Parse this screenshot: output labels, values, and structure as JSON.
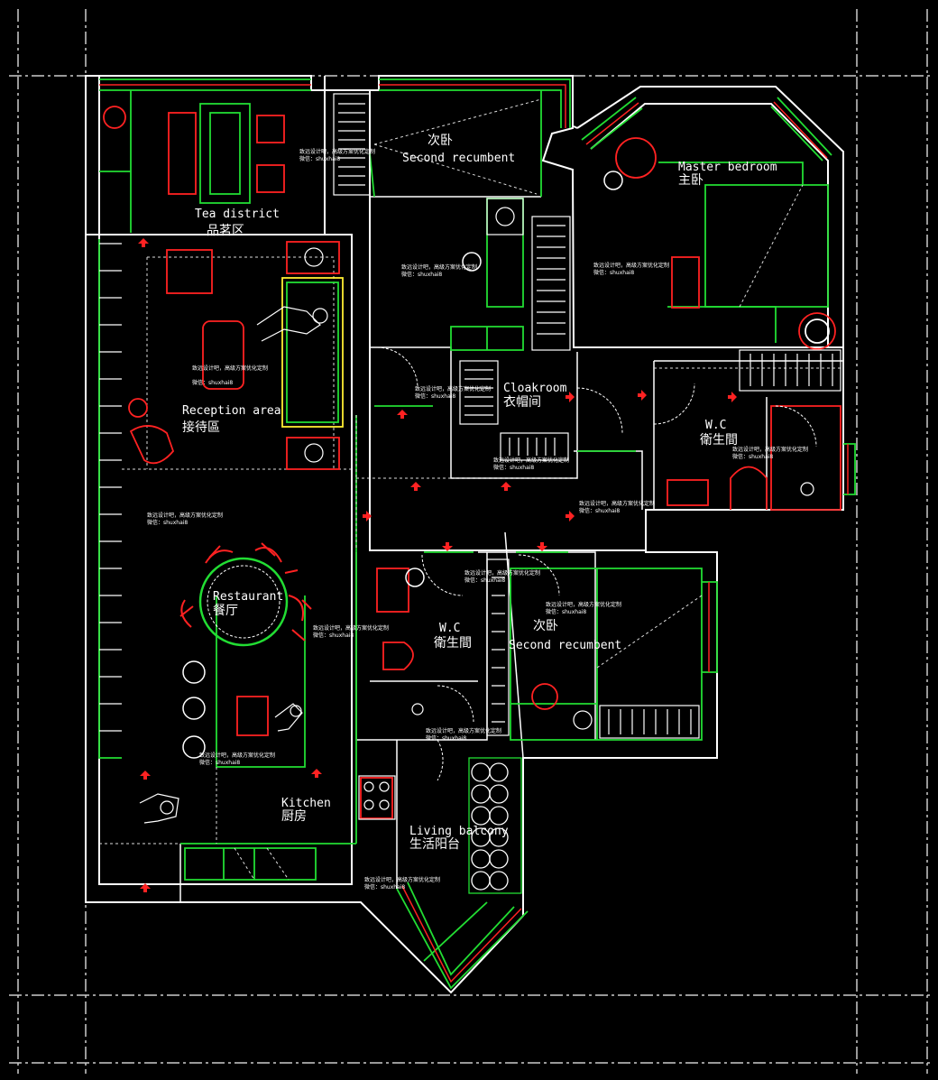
{
  "colors": {
    "background": "#000000",
    "wall": "#ffffff",
    "glass": "#22dd33",
    "furniture": "#ff2222",
    "dash": "#dddddd"
  },
  "rooms": [
    {
      "id": "tea",
      "en": "Tea district",
      "zh": "品茗区"
    },
    {
      "id": "second1",
      "en": "Second recumbent",
      "zh": "次卧"
    },
    {
      "id": "master",
      "en": "Master bedroom",
      "zh": "主卧"
    },
    {
      "id": "reception",
      "en": "Reception area",
      "zh": "接待區"
    },
    {
      "id": "cloak",
      "en": "Cloakroom",
      "zh": "衣帽间"
    },
    {
      "id": "wc1",
      "en": "W.C",
      "zh": "衛生間"
    },
    {
      "id": "restaurant",
      "en": "Restaurant",
      "zh": "餐厅"
    },
    {
      "id": "wc2",
      "en": "W.C",
      "zh": "衛生間"
    },
    {
      "id": "second2",
      "en": "Second recumbent",
      "zh": "次卧"
    },
    {
      "id": "kitchen",
      "en": "Kitchen",
      "zh": "厨房"
    },
    {
      "id": "balcony",
      "en": "Living balcony",
      "zh": "生活阳台"
    }
  ],
  "notes": {
    "line1": "致远设计吧，高级方案优化定制",
    "line2": "微信：shuxhai8"
  }
}
